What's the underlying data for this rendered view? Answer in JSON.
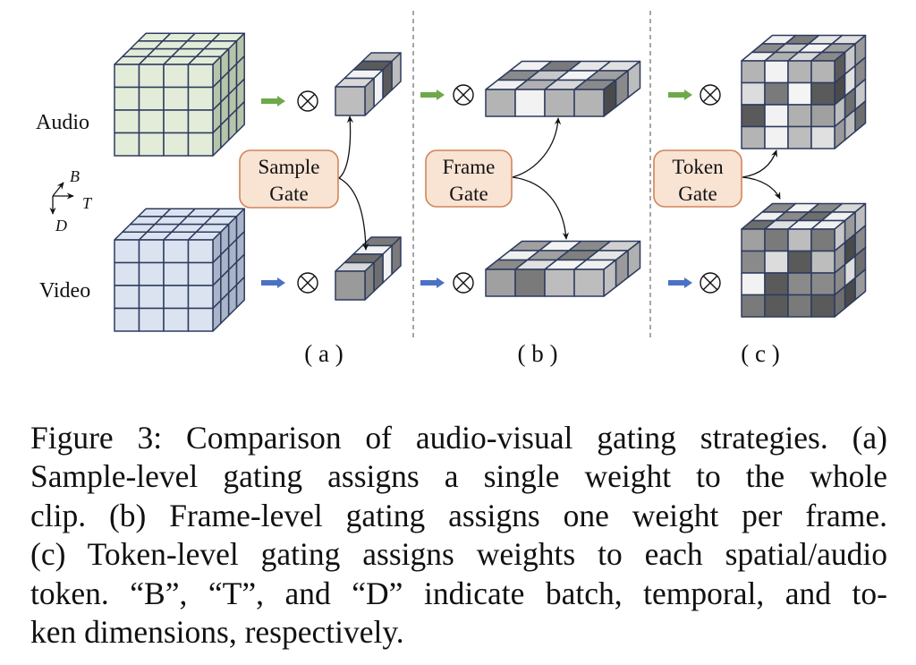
{
  "figure": {
    "modalities": {
      "audio": {
        "label": "Audio",
        "fill": "#e3ecd8",
        "side": "#b6c4aa",
        "top": "#e3ecd8",
        "arrow_color": "#6fa84a"
      },
      "video": {
        "label": "Video",
        "fill": "#dbe3f1",
        "side": "#aab4c8",
        "top": "#dbe3f1",
        "arrow_color": "#4a72c4"
      }
    },
    "axes": {
      "b": "B",
      "t": "T",
      "d": "D"
    },
    "operator_symbol": "⊗",
    "gate_style": {
      "fill": "#f9e3d3",
      "stroke": "#d0855a"
    },
    "grid_stroke": "#2d3b5e",
    "panels": [
      {
        "id": "a",
        "gate_label_line1": "Sample",
        "gate_label_line2": "Gate",
        "caption": "( a )",
        "audio_block_shades": [
          "#bdbdbd",
          "#f2f2f2",
          "#5a5a5a",
          "#bdbdbd"
        ],
        "video_block_shades": [
          "#9a9a9a",
          "#6e6e6e",
          "#f2f2f2",
          "#7a7a7a"
        ]
      },
      {
        "id": "b",
        "gate_label_line1": "Frame",
        "gate_label_line2": "Gate",
        "caption": "( b )",
        "audio_slab_front": [
          "#b4b4b4",
          "#f2f2f2",
          "#b4b4b4",
          "#b4b4b4"
        ],
        "audio_slab_top": [
          [
            "#f0f0f0",
            "#7a7a7a",
            "#e6e6e6",
            "#e0e0e0"
          ],
          [
            "#8a8a8a",
            "#c8c8c8",
            "#f4f4f4",
            "#a0a0a0"
          ],
          [
            "#f0f0f0",
            "#b0b0b0",
            "#d8d8d8",
            "#8a8a8a"
          ]
        ],
        "audio_slab_side": [
          "#4a4a4a",
          "#8a8a8a",
          "#bdbdbd"
        ],
        "video_slab_front": [
          "#a0a0a0",
          "#7a7a7a",
          "#bdbdbd",
          "#bdbdbd"
        ],
        "video_slab_top": [
          [
            "#a0a0a0",
            "#f2f2f2",
            "#8a8a8a",
            "#d0d0d0"
          ],
          [
            "#f0f0f0",
            "#a0a0a0",
            "#808080",
            "#e6e6e6"
          ],
          [
            "#8a8a8a",
            "#e0e0e0",
            "#f4f4f4",
            "#f0f0f0"
          ]
        ],
        "video_slab_side": [
          "#c0c0c0",
          "#9a9a9a",
          "#b0b0b0"
        ]
      },
      {
        "id": "c",
        "gate_label_line1": "Token",
        "gate_label_line2": "Gate",
        "caption": "( c )",
        "audio_cube_front": [
          [
            "#b4b4b4",
            "#f2f2f2",
            "#b4b4b4",
            "#b4b4b4"
          ],
          [
            "#dcdcdc",
            "#7a7a7a",
            "#f4f4f4",
            "#5a5a5a"
          ],
          [
            "#5a5a5a",
            "#f2f2f2",
            "#b0b0b0",
            "#a0a0a0"
          ],
          [
            "#b4b4b4",
            "#f2f2f2",
            "#bdbdbd",
            "#e0e0e0"
          ]
        ],
        "audio_cube_top": [
          [
            "#f0f0f0",
            "#7a7a7a",
            "#e6e6e6",
            "#e0e0e0"
          ],
          [
            "#8a8a8a",
            "#c8c8c8",
            "#f4f4f4",
            "#a0a0a0"
          ],
          [
            "#f0f0f0",
            "#b0b0b0",
            "#d8d8d8",
            "#8a8a8a"
          ]
        ],
        "audio_cube_side": [
          [
            "#5a5a5a",
            "#c8c8c8",
            "#9a9a9a"
          ],
          [
            "#4a4a4a",
            "#e0e0e0",
            "#8a8a8a"
          ],
          [
            "#bdbdbd",
            "#6e6e6e",
            "#c8c8c8"
          ],
          [
            "#9a9a9a",
            "#bdbdbd",
            "#6e6e6e"
          ]
        ],
        "video_cube_front": [
          [
            "#a0a0a0",
            "#7a7a7a",
            "#bdbdbd",
            "#7a7a7a"
          ],
          [
            "#8a8a8a",
            "#dcdcdc",
            "#5a5a5a",
            "#bdbdbd"
          ],
          [
            "#f2f2f2",
            "#5a5a5a",
            "#8a8a8a",
            "#8a8a8a"
          ],
          [
            "#7a7a7a",
            "#5a5a5a",
            "#7a7a7a",
            "#5a5a5a"
          ]
        ],
        "video_cube_top": [
          [
            "#8a8a8a",
            "#f2f2f2",
            "#8a8a8a",
            "#d8d8d8"
          ],
          [
            "#f0f0f0",
            "#8a8a8a",
            "#6e6e6e",
            "#f0f0f0"
          ],
          [
            "#6e6e6e",
            "#e0e0e0",
            "#f2f2f2",
            "#f0f0f0"
          ]
        ],
        "video_cube_side": [
          [
            "#c8c8c8",
            "#9a9a9a",
            "#bdbdbd"
          ],
          [
            "#9a9a9a",
            "#4a4a4a",
            "#8a8a8a"
          ],
          [
            "#8a8a8a",
            "#dcdcdc",
            "#6e6e6e"
          ],
          [
            "#6e6e6e",
            "#4a4a4a",
            "#9a9a9a"
          ]
        ]
      }
    ]
  },
  "caption": {
    "lines": [
      "Figure 3: Comparison of audio-visual gating strategies. (a)",
      "Sample-level gating assigns a single weight to the whole",
      "clip. (b) Frame-level gating assigns one weight per frame.",
      "(c) Token-level gating assigns weights to each spatial/audio",
      "token. “B”, “T”, and “D” indicate batch, temporal, and to-",
      "ken dimensions, respectively."
    ]
  }
}
